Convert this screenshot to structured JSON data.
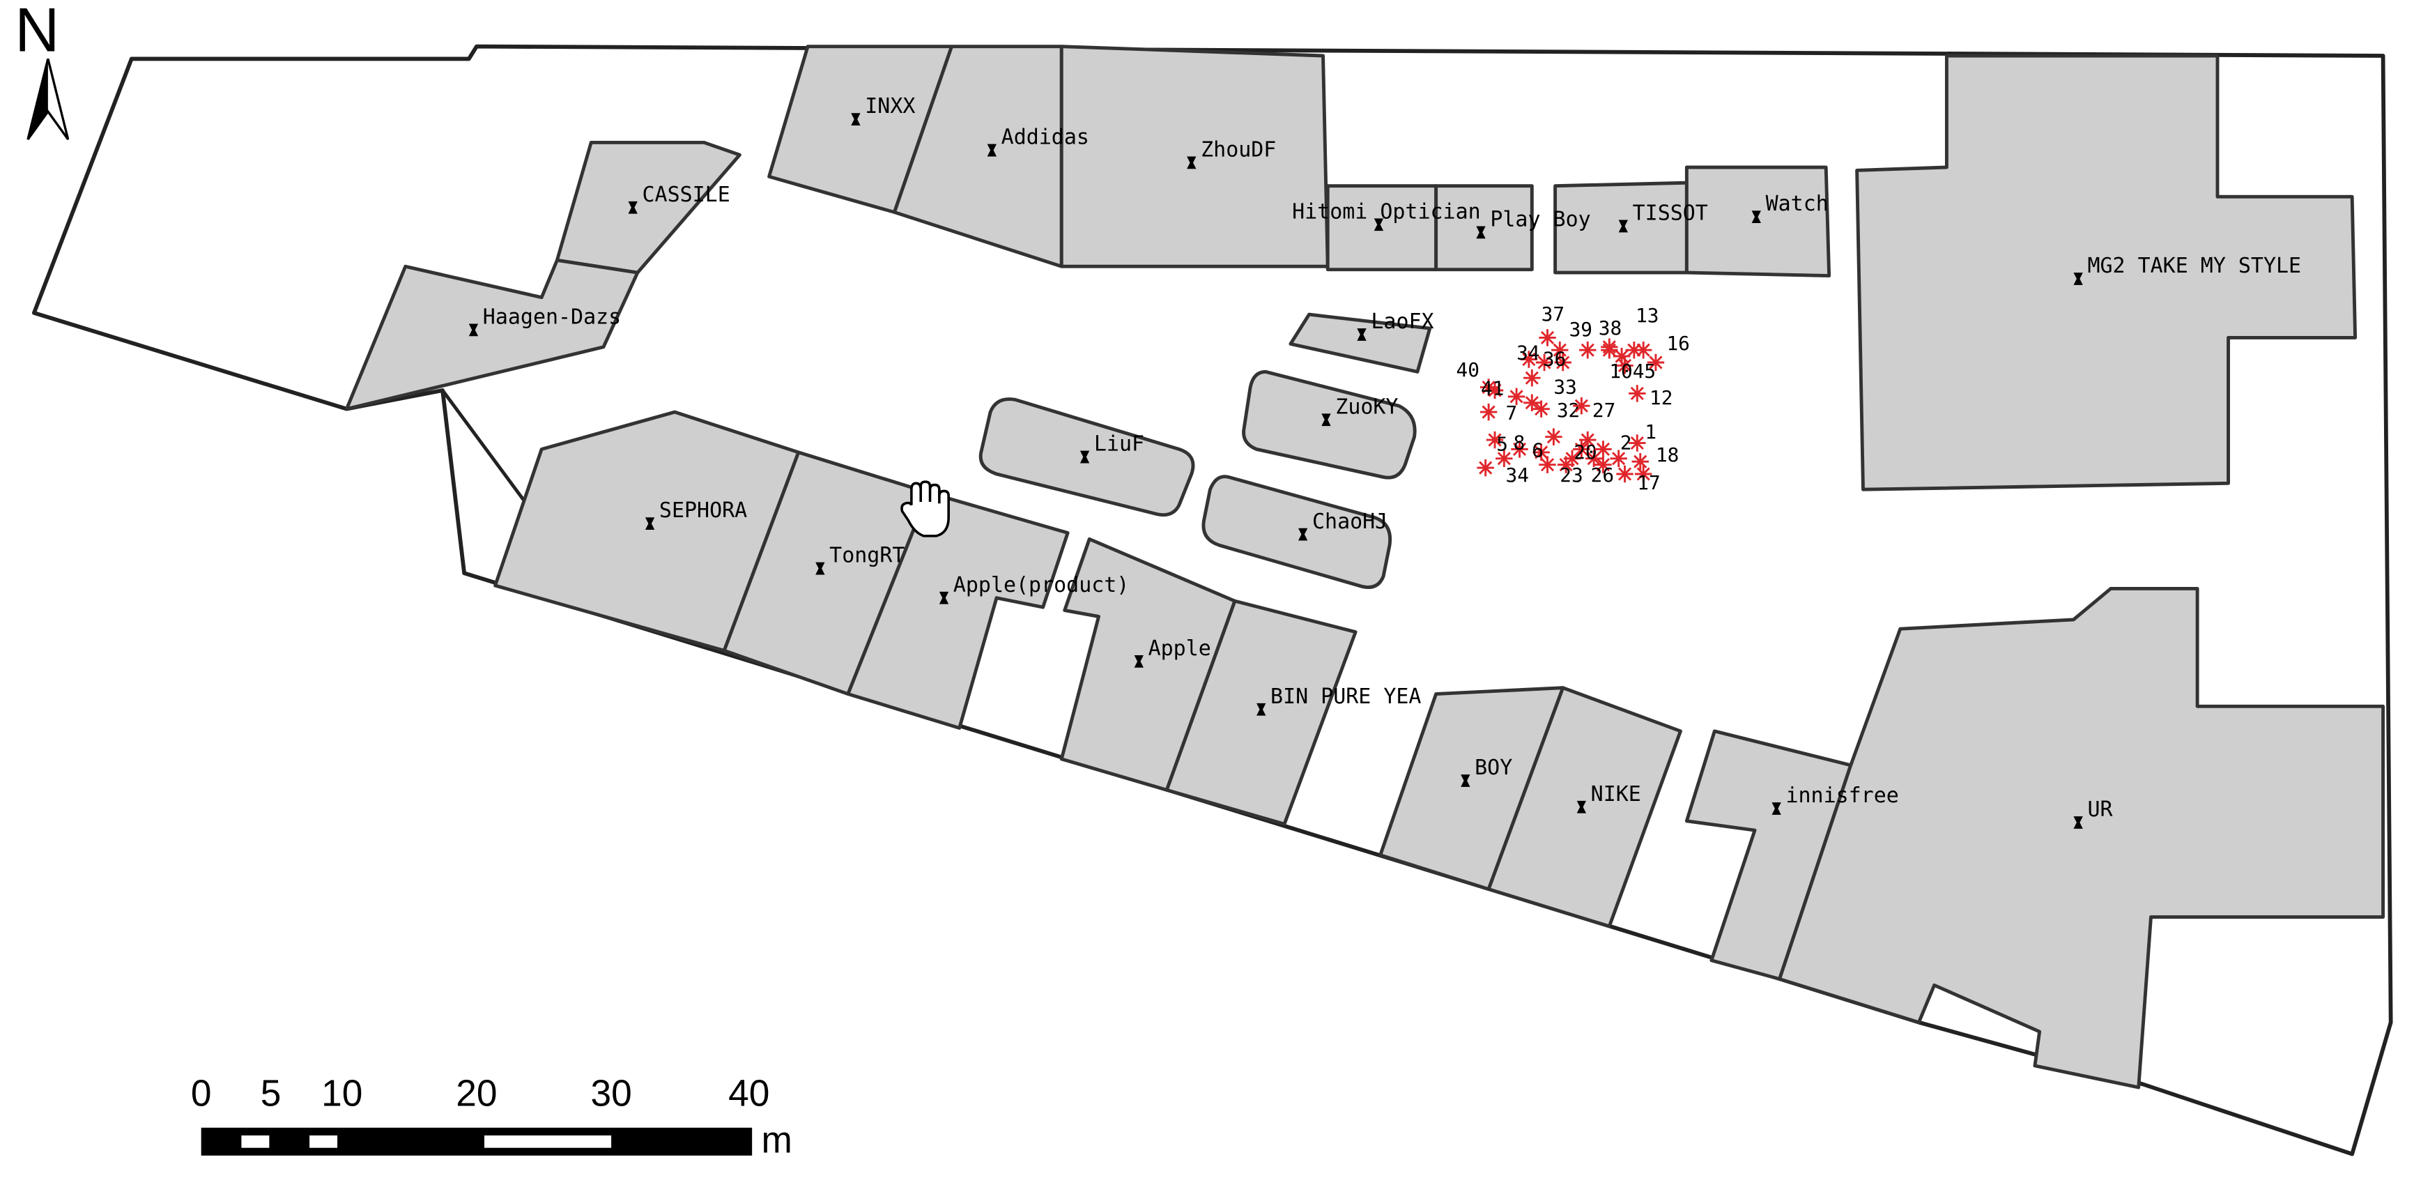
{
  "north_arrow": {
    "label": "N"
  },
  "scale_bar": {
    "ticks": [
      "0",
      "5",
      "10",
      "20",
      "30",
      "40"
    ],
    "unit": "m"
  },
  "shops": [
    {
      "id": "inxx",
      "name": "INXX"
    },
    {
      "id": "addidas",
      "name": "Addidas"
    },
    {
      "id": "zhoudf",
      "name": "ZhouDF"
    },
    {
      "id": "hitomi",
      "name": "Hitomi Optician"
    },
    {
      "id": "playboy",
      "name": "Play Boy"
    },
    {
      "id": "tissot",
      "name": "TISSOT"
    },
    {
      "id": "watch",
      "name": "Watch"
    },
    {
      "id": "mg2",
      "name": "MG2 TAKE MY STYLE"
    },
    {
      "id": "cassile",
      "name": "CASSILE"
    },
    {
      "id": "haagen",
      "name": "Haagen-Dazs"
    },
    {
      "id": "laofx",
      "name": "LaoFX"
    },
    {
      "id": "zuoky",
      "name": "ZuoKY"
    },
    {
      "id": "liuf",
      "name": "LiuF"
    },
    {
      "id": "chaohj",
      "name": "ChaoHJ"
    },
    {
      "id": "sephora",
      "name": "SEPHORA"
    },
    {
      "id": "tongrt",
      "name": "TongRT"
    },
    {
      "id": "appleproduct",
      "name": "Apple(product)"
    },
    {
      "id": "apple",
      "name": "Apple"
    },
    {
      "id": "binpure",
      "name": "BIN PURE YEA"
    },
    {
      "id": "boy",
      "name": "BOY"
    },
    {
      "id": "nike",
      "name": "NIKE"
    },
    {
      "id": "innisfree",
      "name": "innisfree"
    },
    {
      "id": "ur",
      "name": "UR"
    }
  ],
  "points": [
    {
      "label": "37"
    },
    {
      "label": "39"
    },
    {
      "label": "38"
    },
    {
      "label": "13"
    },
    {
      "label": "16"
    },
    {
      "label": "34"
    },
    {
      "label": "36"
    },
    {
      "label": "1045"
    },
    {
      "label": "40"
    },
    {
      "label": "41"
    },
    {
      "label": "33"
    },
    {
      "label": "12"
    },
    {
      "label": "7"
    },
    {
      "label": "32"
    },
    {
      "label": "27"
    },
    {
      "label": "1"
    },
    {
      "label": "5"
    },
    {
      "label": "8"
    },
    {
      "label": "6"
    },
    {
      "label": "20"
    },
    {
      "label": "2"
    },
    {
      "label": "18"
    },
    {
      "label": "34"
    },
    {
      "label": "23"
    },
    {
      "label": "26"
    },
    {
      "label": "17"
    }
  ]
}
